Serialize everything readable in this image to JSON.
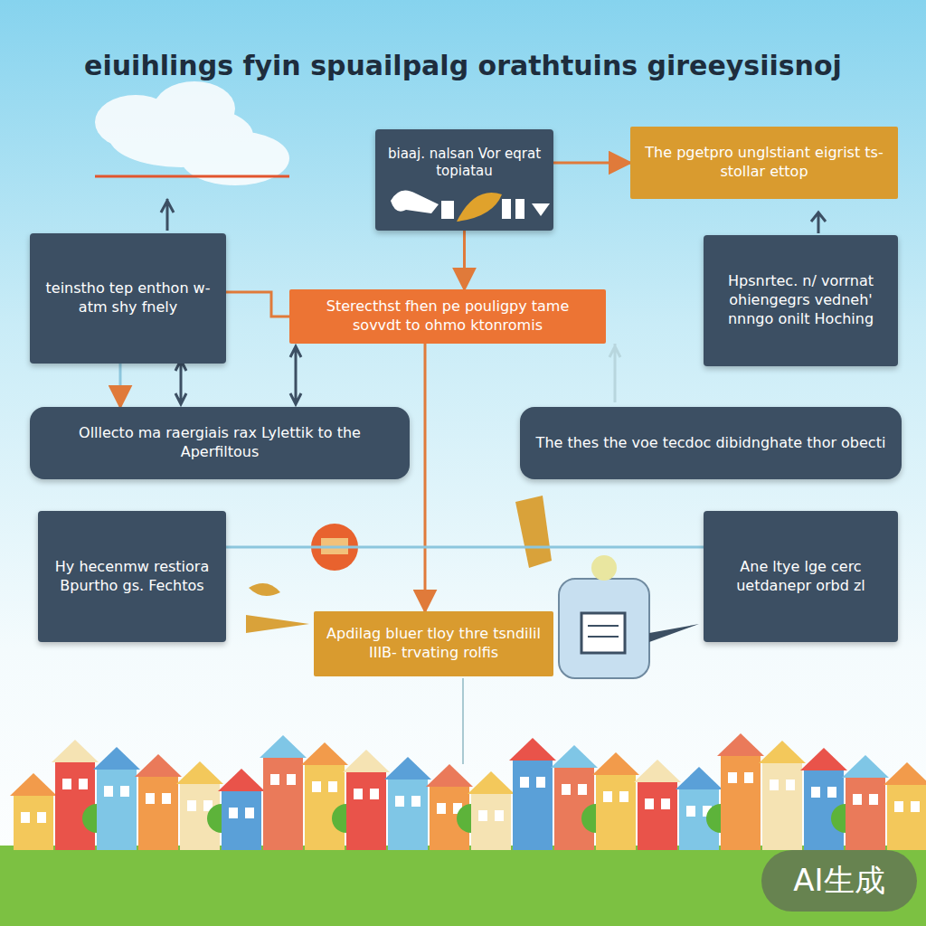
{
  "diagram": {
    "title": "eiuihlings fyin spuailpalg orathtuins gireeysiisnoj",
    "nodes": [
      {
        "text": [
          "biaaj. nalsan Vor eqrat topiatau"
        ]
      },
      {
        "text": [
          "The pgetpro unglstiant eigrist ts-stollar ettop"
        ]
      },
      {
        "text": [
          "teinstho tep enthon w-atm shy fnely"
        ]
      },
      {
        "text": [
          "Sterecthst fhen pe pouligpy tame sovvdt to ohmo ktonromis"
        ]
      },
      {
        "text": [
          "Hpsnrtec. n/ vorrnat ohiengegrs vedneh' nnngo onilt Hoching"
        ]
      },
      {
        "text": [
          "Olllecto ma raergiais rax Lylettik to the Aperfiltous"
        ]
      },
      {
        "text": [
          "The thes the voe tecdoc dibidnghate thor obecti"
        ]
      },
      {
        "text": [
          "Hy hecenmw restiora Bpurtho gs. Fechtos"
        ]
      },
      {
        "text": [
          "Ane ltye lge cerc uetdanepr orbd zl"
        ]
      },
      {
        "text": [
          "Apdilag bluer tloy thre tsndilil IIIB- trvating rolfis"
        ]
      }
    ],
    "edges": [
      {
        "from": 0,
        "to": 1,
        "arrow": "to"
      },
      {
        "from": 0,
        "to": 3,
        "arrow": "to"
      },
      {
        "from": 2,
        "to": 3,
        "arrow": "none"
      },
      {
        "from": 2,
        "to": 5,
        "arrow": "to"
      },
      {
        "from": 3,
        "to": 9,
        "arrow": "to"
      },
      {
        "from": 7,
        "to": 8,
        "arrow": "none"
      }
    ],
    "labels": [
      "AI生成"
    ]
  }
}
